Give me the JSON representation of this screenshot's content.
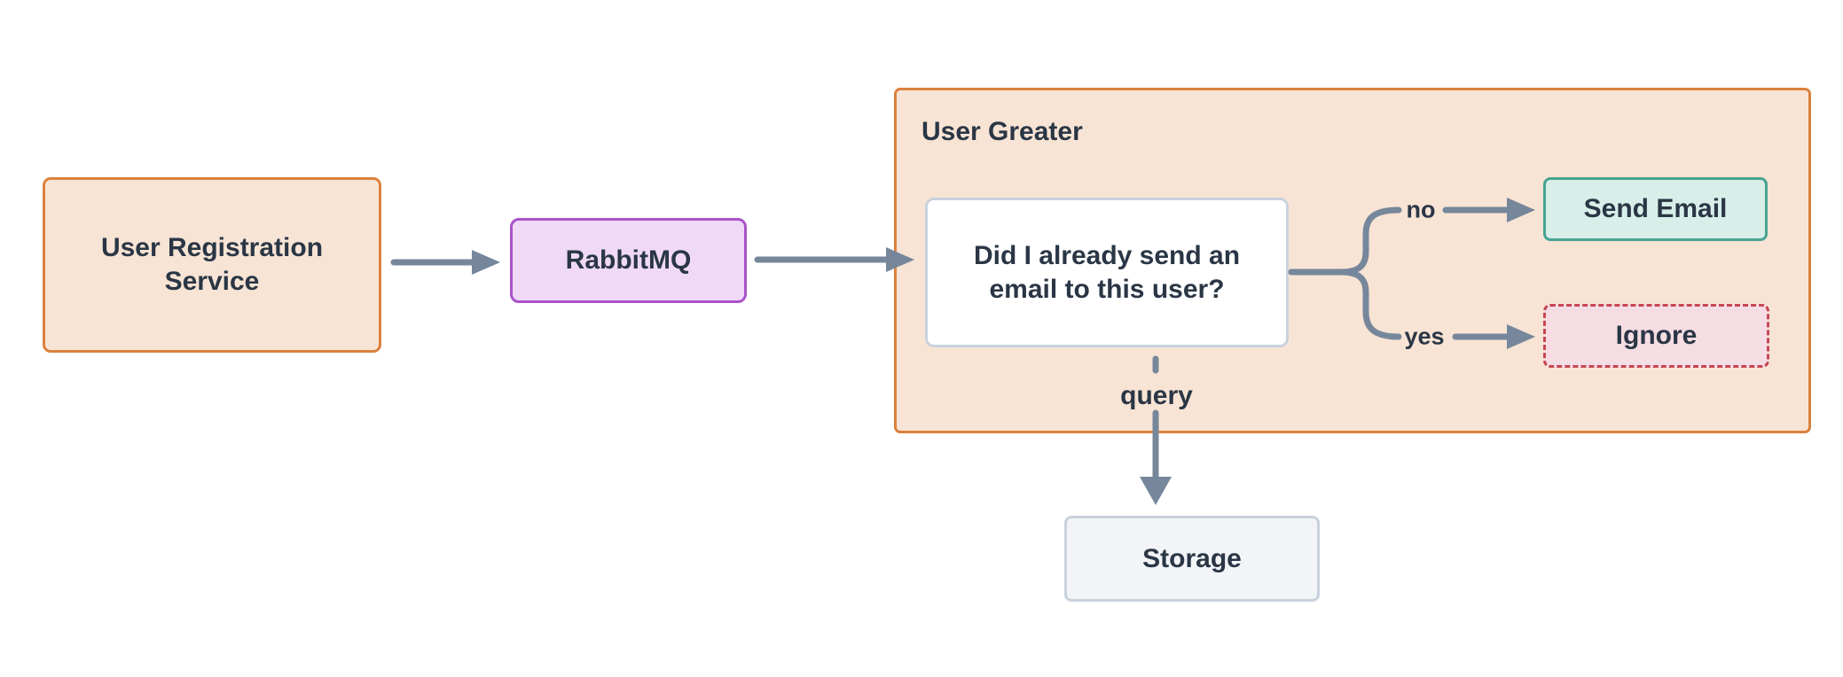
{
  "diagram": {
    "nodes": {
      "user_registration": {
        "label": "User Registration Service"
      },
      "rabbitmq": {
        "label": "RabbitMQ"
      },
      "user_greater_group": {
        "label": "User Greater"
      },
      "decision": {
        "label": "Did I already send an email to this user?"
      },
      "send_email": {
        "label": "Send Email"
      },
      "ignore": {
        "label": "Ignore"
      },
      "storage": {
        "label": "Storage"
      }
    },
    "edge_labels": {
      "no": "no",
      "yes": "yes",
      "query": "query"
    }
  },
  "colors": {
    "peach-fill": "#F8E4D5",
    "orange-border": "#DB813E",
    "purple-fill": "#F0D9F7",
    "purple-border": "#A953C9",
    "teal-fill": "#D8EEE8",
    "teal-border": "#48A392",
    "pink-fill": "#F5DDE3",
    "red-border": "#C64753",
    "neutral-fill": "#F2F4F7",
    "neutral-border": "#C8D2DD",
    "connector": "#76879B",
    "text": "#2A3645",
    "canvas-bg": "#FFFFFF"
  }
}
